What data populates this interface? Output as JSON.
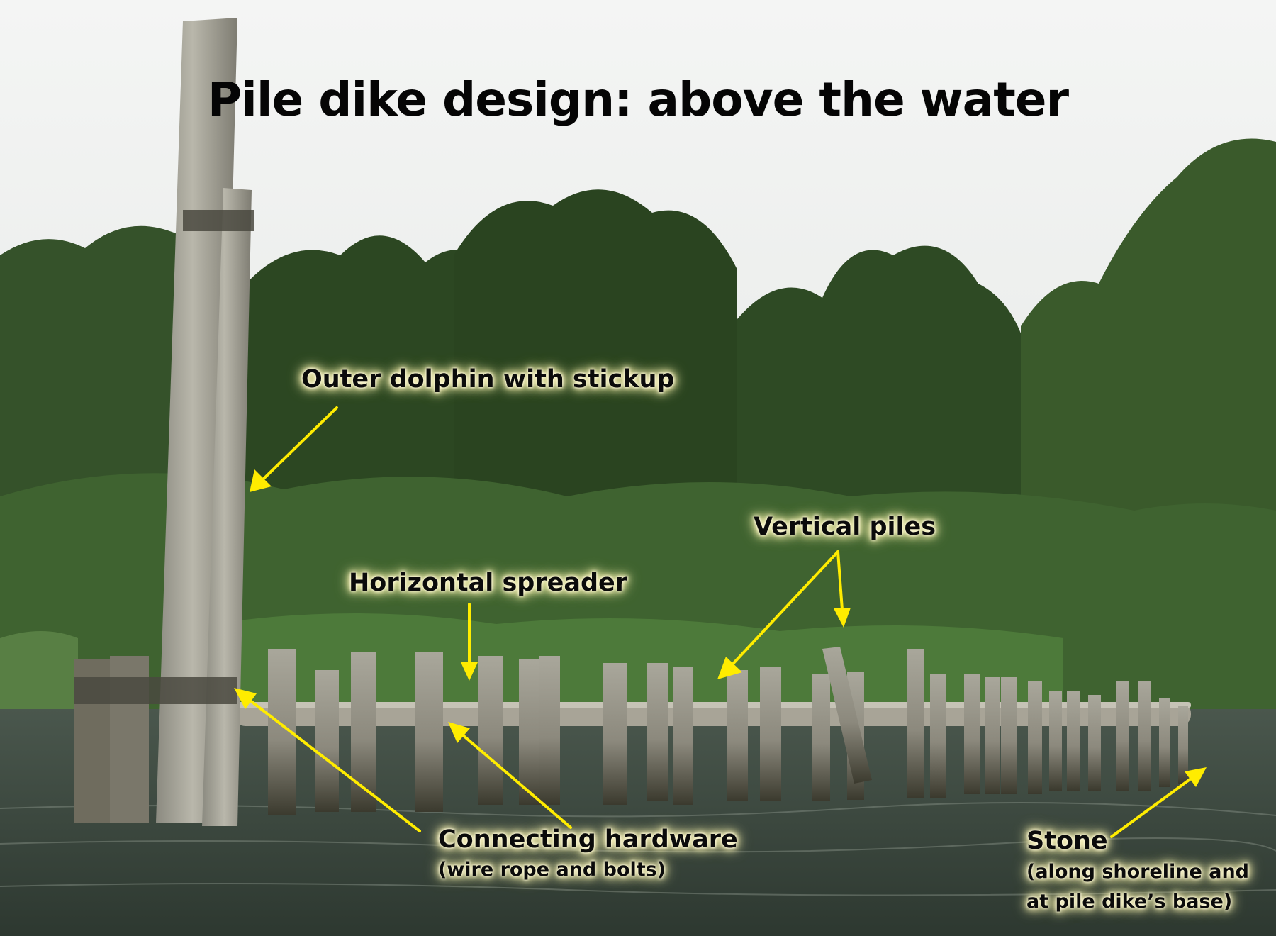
{
  "title": "Pile dike design: above the water",
  "labels": {
    "outer_dolphin": "Outer dolphin with stickup",
    "horizontal_spreader": "Horizontal spreader",
    "vertical_piles": "Vertical piles",
    "connecting_hardware": "Connecting hardware",
    "connecting_hardware_sub": "(wire rope and bolts)",
    "stone": "Stone",
    "stone_sub1": "(along shoreline and",
    "stone_sub2": "at pile dike’s base)"
  },
  "colors": {
    "arrow": "#ffec00",
    "sky": "#eceeec",
    "water": "#3d4a41",
    "trees": "#2f4a22"
  }
}
